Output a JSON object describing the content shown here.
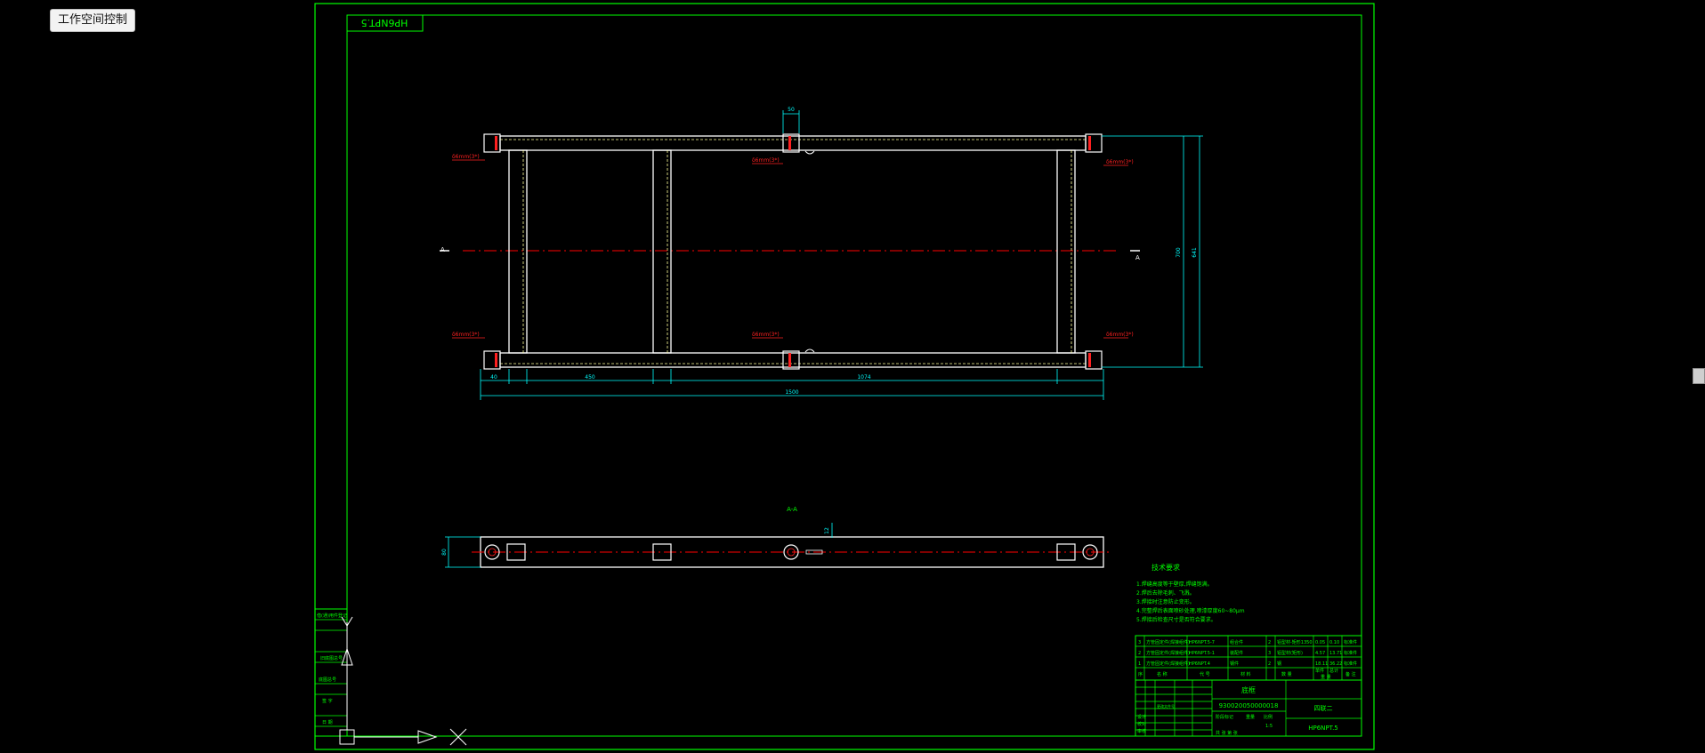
{
  "toolbar": {
    "workspace_button": "工作空间控制"
  },
  "colors": {
    "background": "#000000",
    "frame": "#00ff00",
    "part_outline": "#ffffff",
    "hidden_line": "#ffff99",
    "centerline": "#ff0000",
    "dimension": "#00ffff",
    "annotation": "#ff2020",
    "text": "#00ff00"
  },
  "drawing": {
    "code_box": "HP6NPT.5",
    "section_marker_left": "A",
    "section_marker_right": "A",
    "section_title": "A-A",
    "weld_notes": [
      "δ6mm(3*)",
      "δ6mm(3*)",
      "δ6mm(3*)",
      "δ6mm(3*)",
      "δ6mm(3*)",
      "δ6mm(3*)"
    ],
    "dimensions": {
      "top_small": "50",
      "left_end": "40",
      "span_1": "450",
      "span_2": "1074",
      "overall_width": "1500",
      "height_outer": "700",
      "height_inner": "641",
      "section_height": "80",
      "section_small": "12"
    }
  },
  "notes": {
    "title": "技术要求",
    "items": [
      "1.焊缝高度等于壁厚,焊缝饱满。",
      "2.焊后去除毛刺、飞溅。",
      "3.焊接时注意防止变形。",
      "4.完整焊后表面喷砂处理,喷漆厚度60~80μm",
      "5.焊接后检查尺寸是否符合要求。"
    ]
  },
  "parts_list": {
    "rows": [
      [
        "3",
        "方管固定件(焊接组件)",
        "HP6NPT.5-7",
        "组合件",
        "2",
        "铝型材-矩形1350",
        "0.05",
        "0.10",
        "标准件"
      ],
      [
        "2",
        "方管固定件(焊接组件)",
        "HP6NPT.5-1",
        "装配件",
        "3",
        "铝型材(矩形)",
        "4.57",
        "13.71",
        "标准件"
      ],
      [
        "1",
        "方管固定件(焊接组件)",
        "HP6NPT.4",
        "钢件",
        "2",
        "钢",
        "18.11",
        "36.22",
        "标准件"
      ]
    ],
    "header": [
      "序",
      "名 称",
      "代 号",
      "材 料",
      "数 量",
      "重 量",
      "备 注"
    ],
    "weight_header": [
      "单件",
      "总计"
    ]
  },
  "title_block": {
    "drawing_title": "底框",
    "drawing_number": "930020050000018",
    "company": "四联二",
    "code": "HP6NPT.5",
    "labels": [
      "标记",
      "处数",
      "更改文件号",
      "签字",
      "日期"
    ],
    "roles": [
      "设计",
      "校对",
      "审核",
      "工艺",
      "批准"
    ],
    "stage_labels": [
      "阶段标记",
      "重量",
      "比例"
    ],
    "scale": "1:5",
    "sheet": "共 张 第 张"
  },
  "side_table": {
    "items": [
      "借(通)用件登记",
      "旧底图总号",
      "底图总号",
      "签 字",
      "日 期"
    ]
  }
}
